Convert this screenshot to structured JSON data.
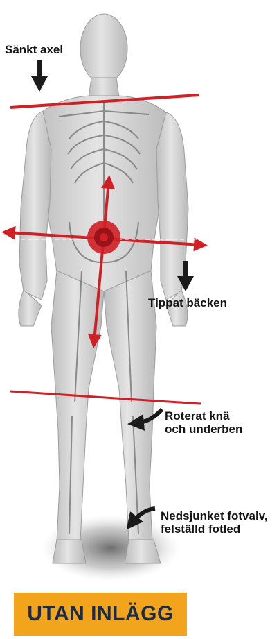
{
  "labels": {
    "shoulder": "Sänkt axel",
    "pelvis": "Tippat bäcken",
    "knee_line1": "Roterat knä",
    "knee_line2": "och underben",
    "arch_line1": "Nedsjunket fotvalv,",
    "arch_line2": "felställd fotled"
  },
  "badge": {
    "text": "UTAN INLÄGG"
  },
  "colors": {
    "accent_red": "#d01f25",
    "arrow_dark": "#1a1a1a",
    "badge_bg": "#f2a51c",
    "badge_text": "#1a2c4c"
  },
  "icons": [
    "down-arrow-icon",
    "curved-arrow-icon",
    "target-circle-icon"
  ]
}
